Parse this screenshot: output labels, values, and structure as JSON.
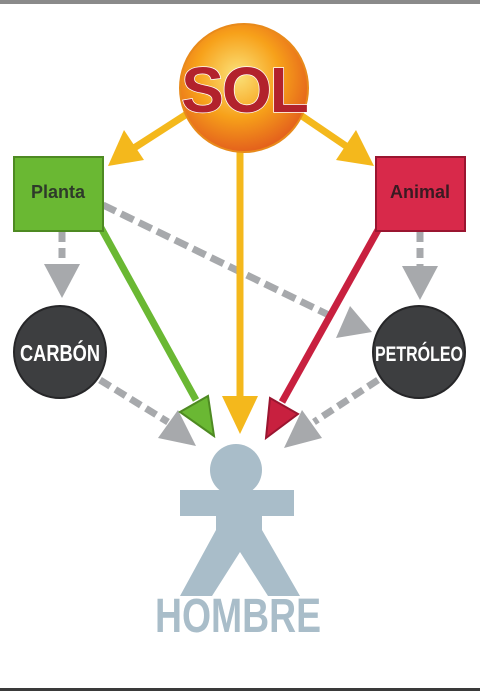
{
  "nodes": {
    "sol": {
      "label": "SOL"
    },
    "planta": {
      "label": "Planta"
    },
    "animal": {
      "label": "Animal"
    },
    "carbon": {
      "label": "CARBÓN"
    },
    "petroleo": {
      "label": "PETRÓLEO"
    },
    "hombre": {
      "label": "HOMBRE"
    }
  },
  "colors": {
    "sol_fill": "#f7a11a",
    "sol_text": "#b2222c",
    "planta_fill": "#6ab833",
    "animal_fill": "#d8294a",
    "fossil_fill": "#3d3e40",
    "human_fill": "#a9bdc9",
    "sun_arrow": "#f4b81c",
    "plant_arrow": "#6ab833",
    "animal_arrow": "#c8203f",
    "dashed_arrow": "#a7a9ac"
  },
  "icons": {
    "human": "human-figure-icon",
    "sun": "sun-icon"
  }
}
